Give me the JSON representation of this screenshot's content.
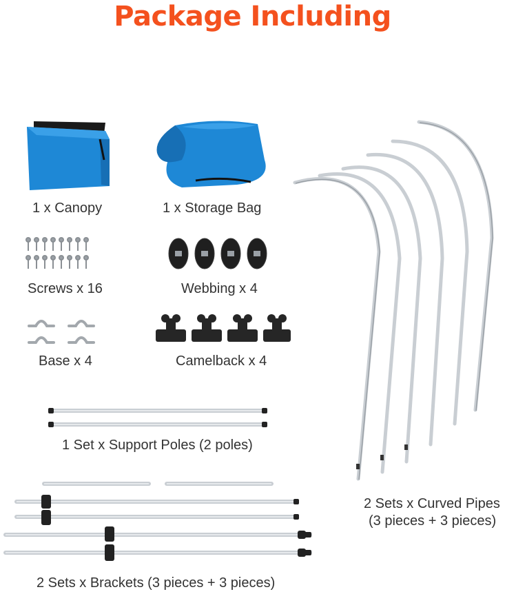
{
  "title": "Package Including",
  "items": {
    "canopy": "1 x Canopy",
    "storage_bag": "1 x Storage Bag",
    "screws": "Screws x 16",
    "webbing": "Webbing x 4",
    "base": "Base x 4",
    "camelback": "Camelback x 4",
    "support_poles": "1 Set x Support Poles (2 poles)",
    "curved_pipes_line1": "2 Sets x Curved Pipes",
    "curved_pipes_line2": "(3 pieces + 3 pieces)",
    "brackets": "2 Sets x Brackets (3 pieces + 3 pieces)"
  },
  "colors": {
    "title": "#f4511e",
    "canopy_blue": "#1e88d6",
    "metal": "#c9ced3",
    "dark_part": "#2a2a2a"
  }
}
